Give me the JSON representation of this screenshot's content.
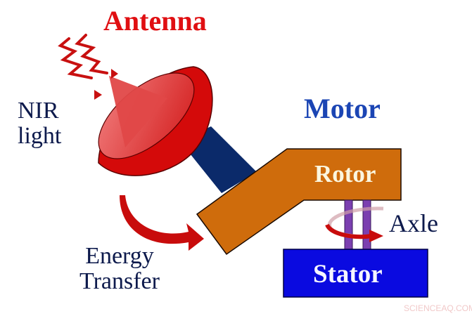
{
  "diagram": {
    "title_antenna": "Antenna",
    "title_motor": "Motor",
    "nir_label_lines": [
      "NIR",
      "light"
    ],
    "energy_label_lines": [
      "Energy",
      "Transfer"
    ],
    "rotor_label": "Rotor",
    "stator_label": "Stator",
    "axle_label": "Axle",
    "watermark": "SCIENCEAQ.COM"
  },
  "colors": {
    "antenna_red": "#d40a0a",
    "antenna_light": "#e45555",
    "title_red": "#e00f12",
    "motor_blue": "#1b45b4",
    "text_navy": "#0d1a4c",
    "stem_navy": "#0b2a6a",
    "rotor_orange": "#cf6c0c",
    "stator_blue": "#0a0ae0",
    "axle_purple": "#7b3fb0"
  }
}
